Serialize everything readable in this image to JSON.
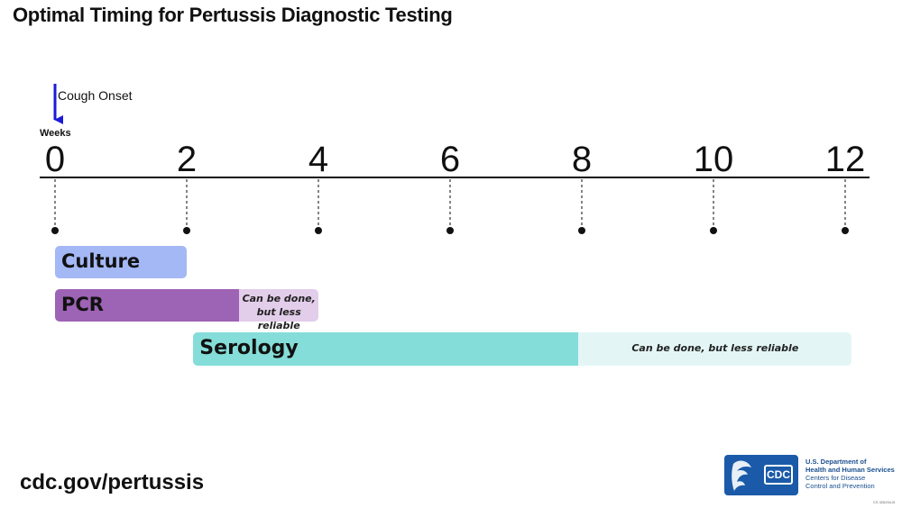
{
  "title": "Optimal Timing for Pertussis Diagnostic Testing",
  "onset_label": "Cough Onset",
  "weeks_label": "Weeks",
  "axis": {
    "ticks": [
      0,
      2,
      4,
      6,
      8,
      10,
      12
    ]
  },
  "bars": [
    {
      "name": "culture",
      "label": "Culture",
      "start": 0,
      "optimal_end": 2,
      "reliable_end": null,
      "note": "",
      "color": "#a3b8f5",
      "note_color": ""
    },
    {
      "name": "pcr",
      "label": "PCR",
      "start": 0,
      "optimal_end": 2.8,
      "reliable_end": 4,
      "note": "Can be done, but less reliable",
      "color": "#9d63b4",
      "note_color": "#e2cdea"
    },
    {
      "name": "serology",
      "label": "Serology",
      "start": 2.1,
      "optimal_end": 7.95,
      "reliable_end": 12.1,
      "note": "Can be done, but less reliable",
      "color": "#84ddd8",
      "note_color": "#e3f6f5"
    }
  ],
  "colors": {
    "arrow": "#1b1bd9",
    "axis": "#111111"
  },
  "footer": {
    "url": "cdc.gov/pertussis",
    "logo_text": "CDC",
    "hhs_line1": "U.S. Department of",
    "hhs_line2": "Health and Human Services",
    "hhs_line3": "Centers for Disease",
    "hhs_line4": "Control and Prevention",
    "code": "CS 326204-B"
  }
}
